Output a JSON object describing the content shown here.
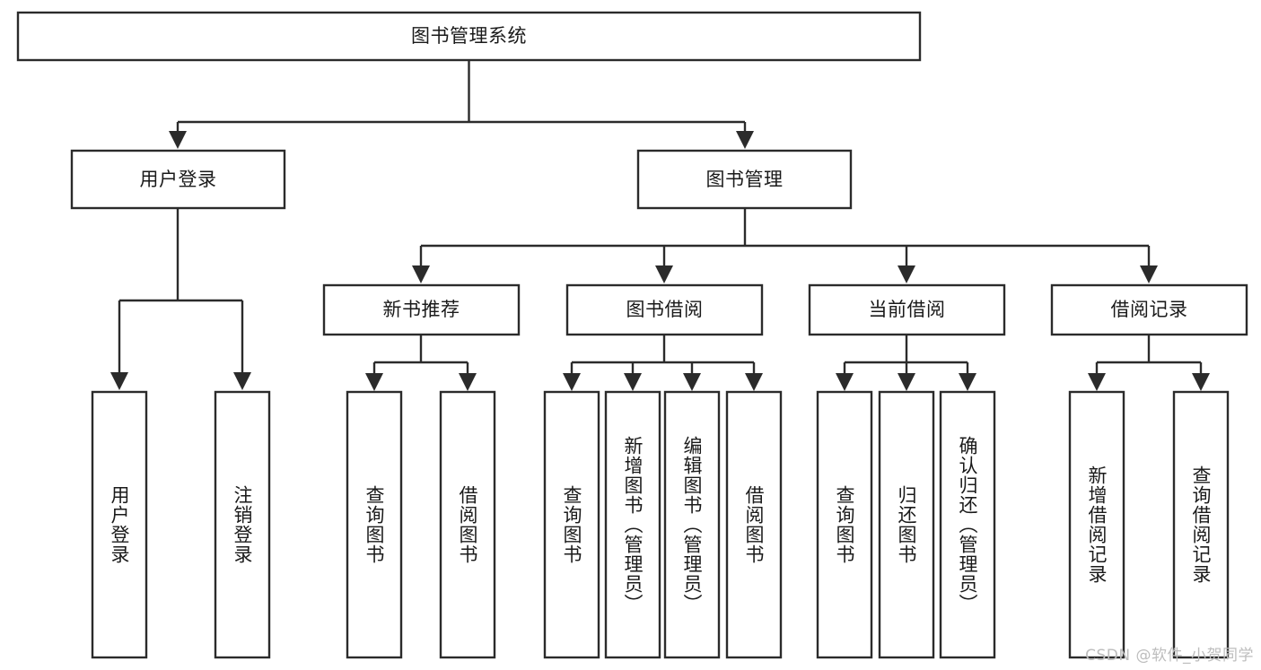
{
  "diagram": {
    "type": "hierarchy-tree",
    "title": "图书管理系统",
    "orientation": "top-down",
    "colors": {
      "box_stroke": "#2b2b2b",
      "box_fill": "#ffffff",
      "text": "#1a1a1a",
      "background": "#ffffff",
      "watermark": "#bdbdbd"
    }
  },
  "root": {
    "label": "图书管理系统"
  },
  "level2": [
    {
      "label": "用户登录"
    },
    {
      "label": "图书管理"
    }
  ],
  "level3": [
    {
      "label": "新书推荐"
    },
    {
      "label": "图书借阅"
    },
    {
      "label": "当前借阅"
    },
    {
      "label": "借阅记录"
    }
  ],
  "leaves": {
    "user_login": [
      {
        "label": "用户登录"
      },
      {
        "label": "注销登录"
      }
    ],
    "new_book_recommend": [
      {
        "label": "查询图书"
      },
      {
        "label": "借阅图书"
      }
    ],
    "book_borrow": [
      {
        "label": "查询图书"
      },
      {
        "label": "新增图书（管理员）"
      },
      {
        "label": "编辑图书（管理员）"
      },
      {
        "label": "借阅图书"
      }
    ],
    "current_borrow": [
      {
        "label": "查询图书"
      },
      {
        "label": "归还图书"
      },
      {
        "label": "确认归还（管理员）"
      }
    ],
    "borrow_record": [
      {
        "label": "新增借阅记录"
      },
      {
        "label": "查询借阅记录"
      }
    ]
  },
  "watermark": {
    "text": "CSDN @软件_小贺同学"
  }
}
